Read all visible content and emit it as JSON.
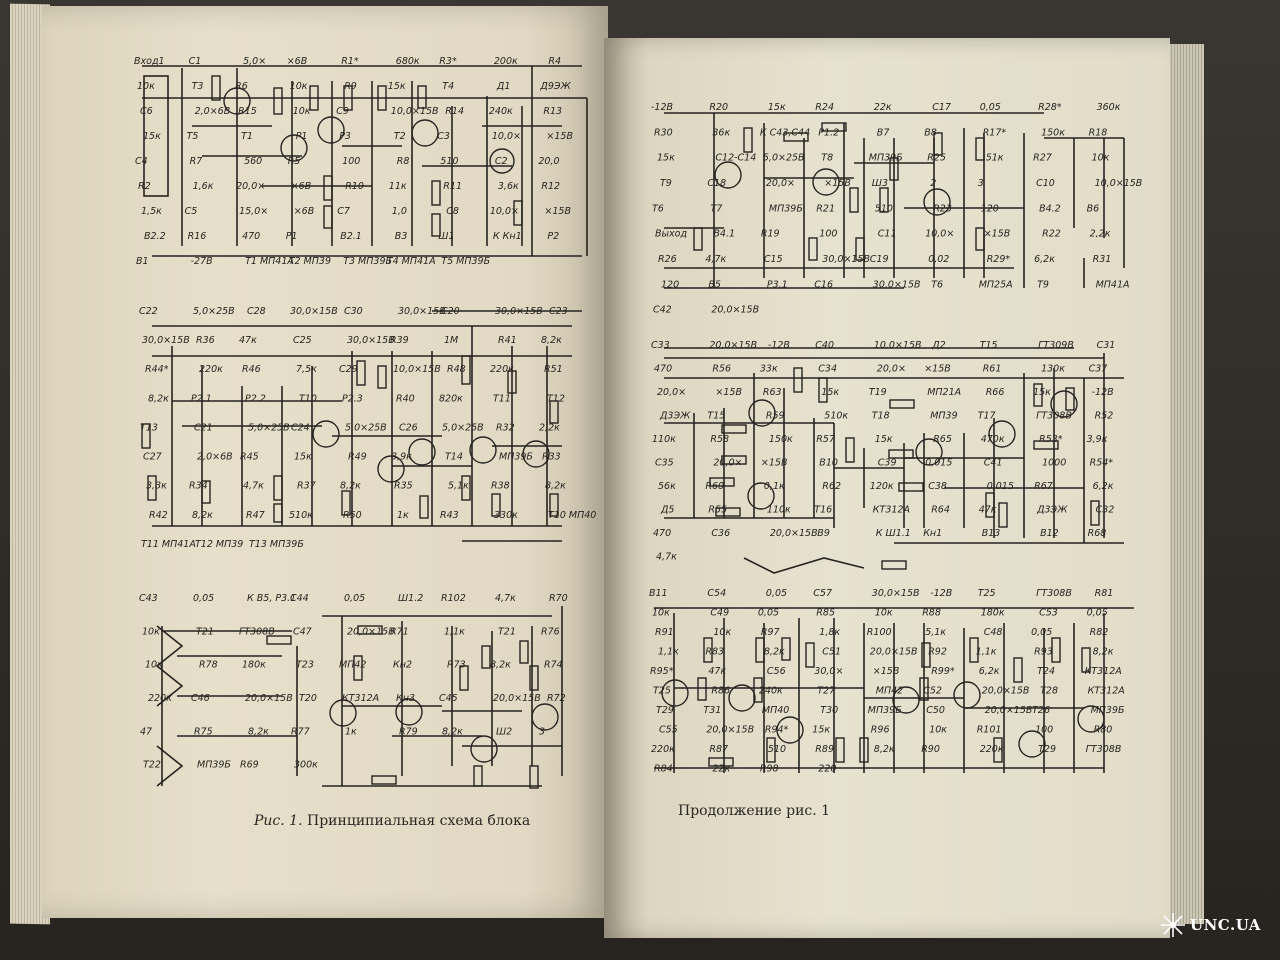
{
  "left_page": {
    "caption_prefix": "Рис. 1.",
    "caption_text": "Принципиальная схема блока",
    "block1": {
      "labels": [
        "Вход1",
        "С1",
        "5,0×",
        "×6В",
        "R1*",
        "680к",
        "R3*",
        "200к",
        "R4",
        "10к",
        "Т3",
        "R6",
        "10к",
        "R9",
        "15к",
        "Т4",
        "Д1",
        "Д9ЭЖ",
        "С6",
        "2,0×6В",
        "R15",
        "10к",
        "С9",
        "10,0×15В",
        "R14",
        "240к",
        "R13",
        "15к",
        "Т5",
        "Т1",
        "Р1",
        "Р3",
        "Т2",
        "С3",
        "10,0×",
        "×15В",
        "С4",
        "R7",
        "560",
        "R5",
        "100",
        "R8",
        "510",
        "С2",
        "20,0",
        "R2",
        "1,6к",
        "20,0×",
        "×6В",
        "R10",
        "11к",
        "R11",
        "3,6к",
        "R12",
        "1,5к",
        "С5",
        "15,0×",
        "×6В",
        "С7",
        "1,0",
        "С8",
        "10,0×",
        "×15В",
        "В2.2",
        "R16",
        "470",
        "Р1",
        "В2.1",
        "В3",
        "Ш1",
        "К Кн1",
        "Р2",
        "В1",
        "-27В",
        "Т1 МП41А",
        "Т2 МП39",
        "Т3 МП39Б",
        "Т4 МП41А",
        "Т5 МП39Б"
      ]
    },
    "block2": {
      "labels": [
        "С22",
        "5,0×25В",
        "С28",
        "30,0×15В",
        "С30",
        "30,0×15В",
        "С20",
        "30,0×15В",
        "С23",
        "30,0×15В",
        "R36",
        "47к",
        "С25",
        "30,0×15В",
        "R39",
        "1М",
        "R41",
        "8,2к",
        "R44*",
        "220к",
        "R46",
        "7,5к",
        "С29",
        "10,0×15В",
        "R48",
        "220к",
        "R51",
        "8,2к",
        "Р2.1",
        "Р2.2",
        "Т10",
        "Р2.3",
        "R40",
        "820к",
        "Т11",
        "Т12",
        "Т13",
        "С21",
        "5,0×25В",
        "С24",
        "5,0×25В",
        "С26",
        "5,0×25В",
        "R32",
        "2,2к",
        "С27",
        "2,0×6В",
        "R45",
        "15к",
        "R49",
        "3,9к",
        "Т14",
        "МП39Б",
        "R33",
        "3,3к",
        "R34",
        "4,7к",
        "R37",
        "8,2к",
        "R35",
        "5,1к",
        "R38",
        "8,2к",
        "R42",
        "8,2к",
        "R47",
        "510к",
        "R50",
        "1к",
        "R43",
        "330к",
        "Т10 МП40",
        "Т11 МП41А",
        "Т12 МП39",
        "Т13 МП39Б"
      ]
    },
    "block3": {
      "labels": [
        "С43",
        "0,05",
        "К В5, Р3.1",
        "С44",
        "0,05",
        "Ш1.2",
        "R102",
        "4,7к",
        "R70",
        "10к",
        "Т21",
        "ГТ308В",
        "С47",
        "20,0×15В",
        "R71",
        "1,1к",
        "Т21",
        "R76",
        "10к",
        "R78",
        "180к",
        "Т23",
        "МП42",
        "Кн2",
        "R73",
        "8,2к",
        "R74",
        "220к",
        "С46",
        "20,0×15В",
        "Т20",
        "КТ312А",
        "Кн3",
        "С45",
        "20,0×15В",
        "R72",
        "47",
        "R75",
        "8,2к",
        "R77",
        "1к",
        "R79",
        "8,2к",
        "Ш2",
        "3",
        "Т22",
        "МП39Б",
        "R69",
        "300к"
      ]
    }
  },
  "right_page": {
    "caption": "Продолжение рис. 1",
    "block1": {
      "labels": [
        "-12В",
        "R20",
        "15к",
        "R24",
        "22к",
        "С17",
        "0,05",
        "R28*",
        "360к",
        "R30",
        "36к",
        "К С43,С44",
        "Р1.2",
        "В7",
        "В8",
        "R17*",
        "150к",
        "R18",
        "15к",
        "С12-С14",
        "5,0×25В",
        "Т8",
        "МП39Б",
        "R25",
        "51к",
        "R27",
        "10к",
        "Т9",
        "С18",
        "20,0×",
        "×15В",
        "Ш3",
        "2",
        "3",
        "С10",
        "10,0×15В",
        "Т6",
        "Т7",
        "МП39Б",
        "R21",
        "510",
        "R23",
        "120",
        "В4.2",
        "В6",
        "Выход",
        "В4.1",
        "R19",
        "100",
        "С11",
        "10,0×",
        "×15В",
        "R22",
        "2,2к",
        "R26",
        "4,7к",
        "С15",
        "30,0×15В",
        "С19",
        "0,02",
        "R29*",
        "6,2к",
        "R31",
        "120",
        "В5",
        "Р3.1",
        "С16",
        "30,0×15В",
        "Т6",
        "МП25А",
        "Т9",
        "МП41А",
        "С42",
        "20,0×15В"
      ]
    },
    "block2": {
      "labels": [
        "С33",
        "20,0×15В",
        "-12В",
        "С40",
        "10,0×15В",
        "Д2",
        "Т15",
        "ГТ309В",
        "С31",
        "470",
        "R56",
        "33к",
        "С34",
        "20,0×",
        "×15В",
        "R61",
        "130к",
        "С37",
        "20,0×",
        "×15В",
        "R63",
        "15к",
        "Т19",
        "МП21А",
        "R66",
        "15к",
        "-12В",
        "Д3ЭЖ",
        "Т15",
        "R59",
        "510к",
        "Т18",
        "МП39",
        "Т17",
        "ГТ308В",
        "R52",
        "110к",
        "R58",
        "150к",
        "R57",
        "15к",
        "R65",
        "470к",
        "R53*",
        "3,9к",
        "С35",
        "20,0×",
        "×15В",
        "В10",
        "С39",
        "0,015",
        "С41",
        "1000",
        "R54*",
        "56к",
        "R60",
        "0,1к",
        "R62",
        "120к",
        "С38",
        "0,015",
        "R67",
        "6,2к",
        "Д5",
        "R55",
        "110к",
        "Т16",
        "КТ312А",
        "R64",
        "47к",
        "Д3ЭЖ",
        "С32",
        "470",
        "С36",
        "20,0×15В",
        "В9",
        "К Ш1.1",
        "Кн1",
        "В13",
        "В12",
        "R68",
        "4,7к"
      ]
    },
    "block3": {
      "labels": [
        "В11",
        "С54",
        "0,05",
        "С57",
        "30,0×15В",
        "-12В",
        "Т25",
        "ГТ308В",
        "R81",
        "10к",
        "С49",
        "0,05",
        "R85",
        "10к",
        "R88",
        "180к",
        "С53",
        "0,05",
        "R91",
        "10к",
        "R97",
        "1,8к",
        "R100",
        "5,1к",
        "С48",
        "0,05",
        "R82",
        "1,1к",
        "R83",
        "8,2к",
        "С51",
        "20,0×15В",
        "R92",
        "1,1к",
        "R93",
        "8,2к",
        "R95*",
        "47к",
        "С56",
        "30,0×",
        "×15В",
        "R99*",
        "6,2к",
        "Т24",
        "КТ312А",
        "Т25",
        "R86",
        "240к",
        "Т27",
        "МП42",
        "С52",
        "20,0×15В",
        "Т28",
        "КТ312А",
        "Т29",
        "Т31",
        "МП40",
        "Т30",
        "МП39Б",
        "С50",
        "20,0×15В",
        "Т26",
        "МП39Б",
        "С55",
        "20,0×15В",
        "R94*",
        "15к",
        "R96",
        "10к",
        "R101",
        "100",
        "R80",
        "220к",
        "R87",
        "510",
        "R89",
        "8,2к",
        "R90",
        "220к",
        "Т29",
        "ГТ308В",
        "R84",
        "22к",
        "R98",
        "220"
      ]
    }
  },
  "watermark": {
    "text": "UNC.UA"
  }
}
